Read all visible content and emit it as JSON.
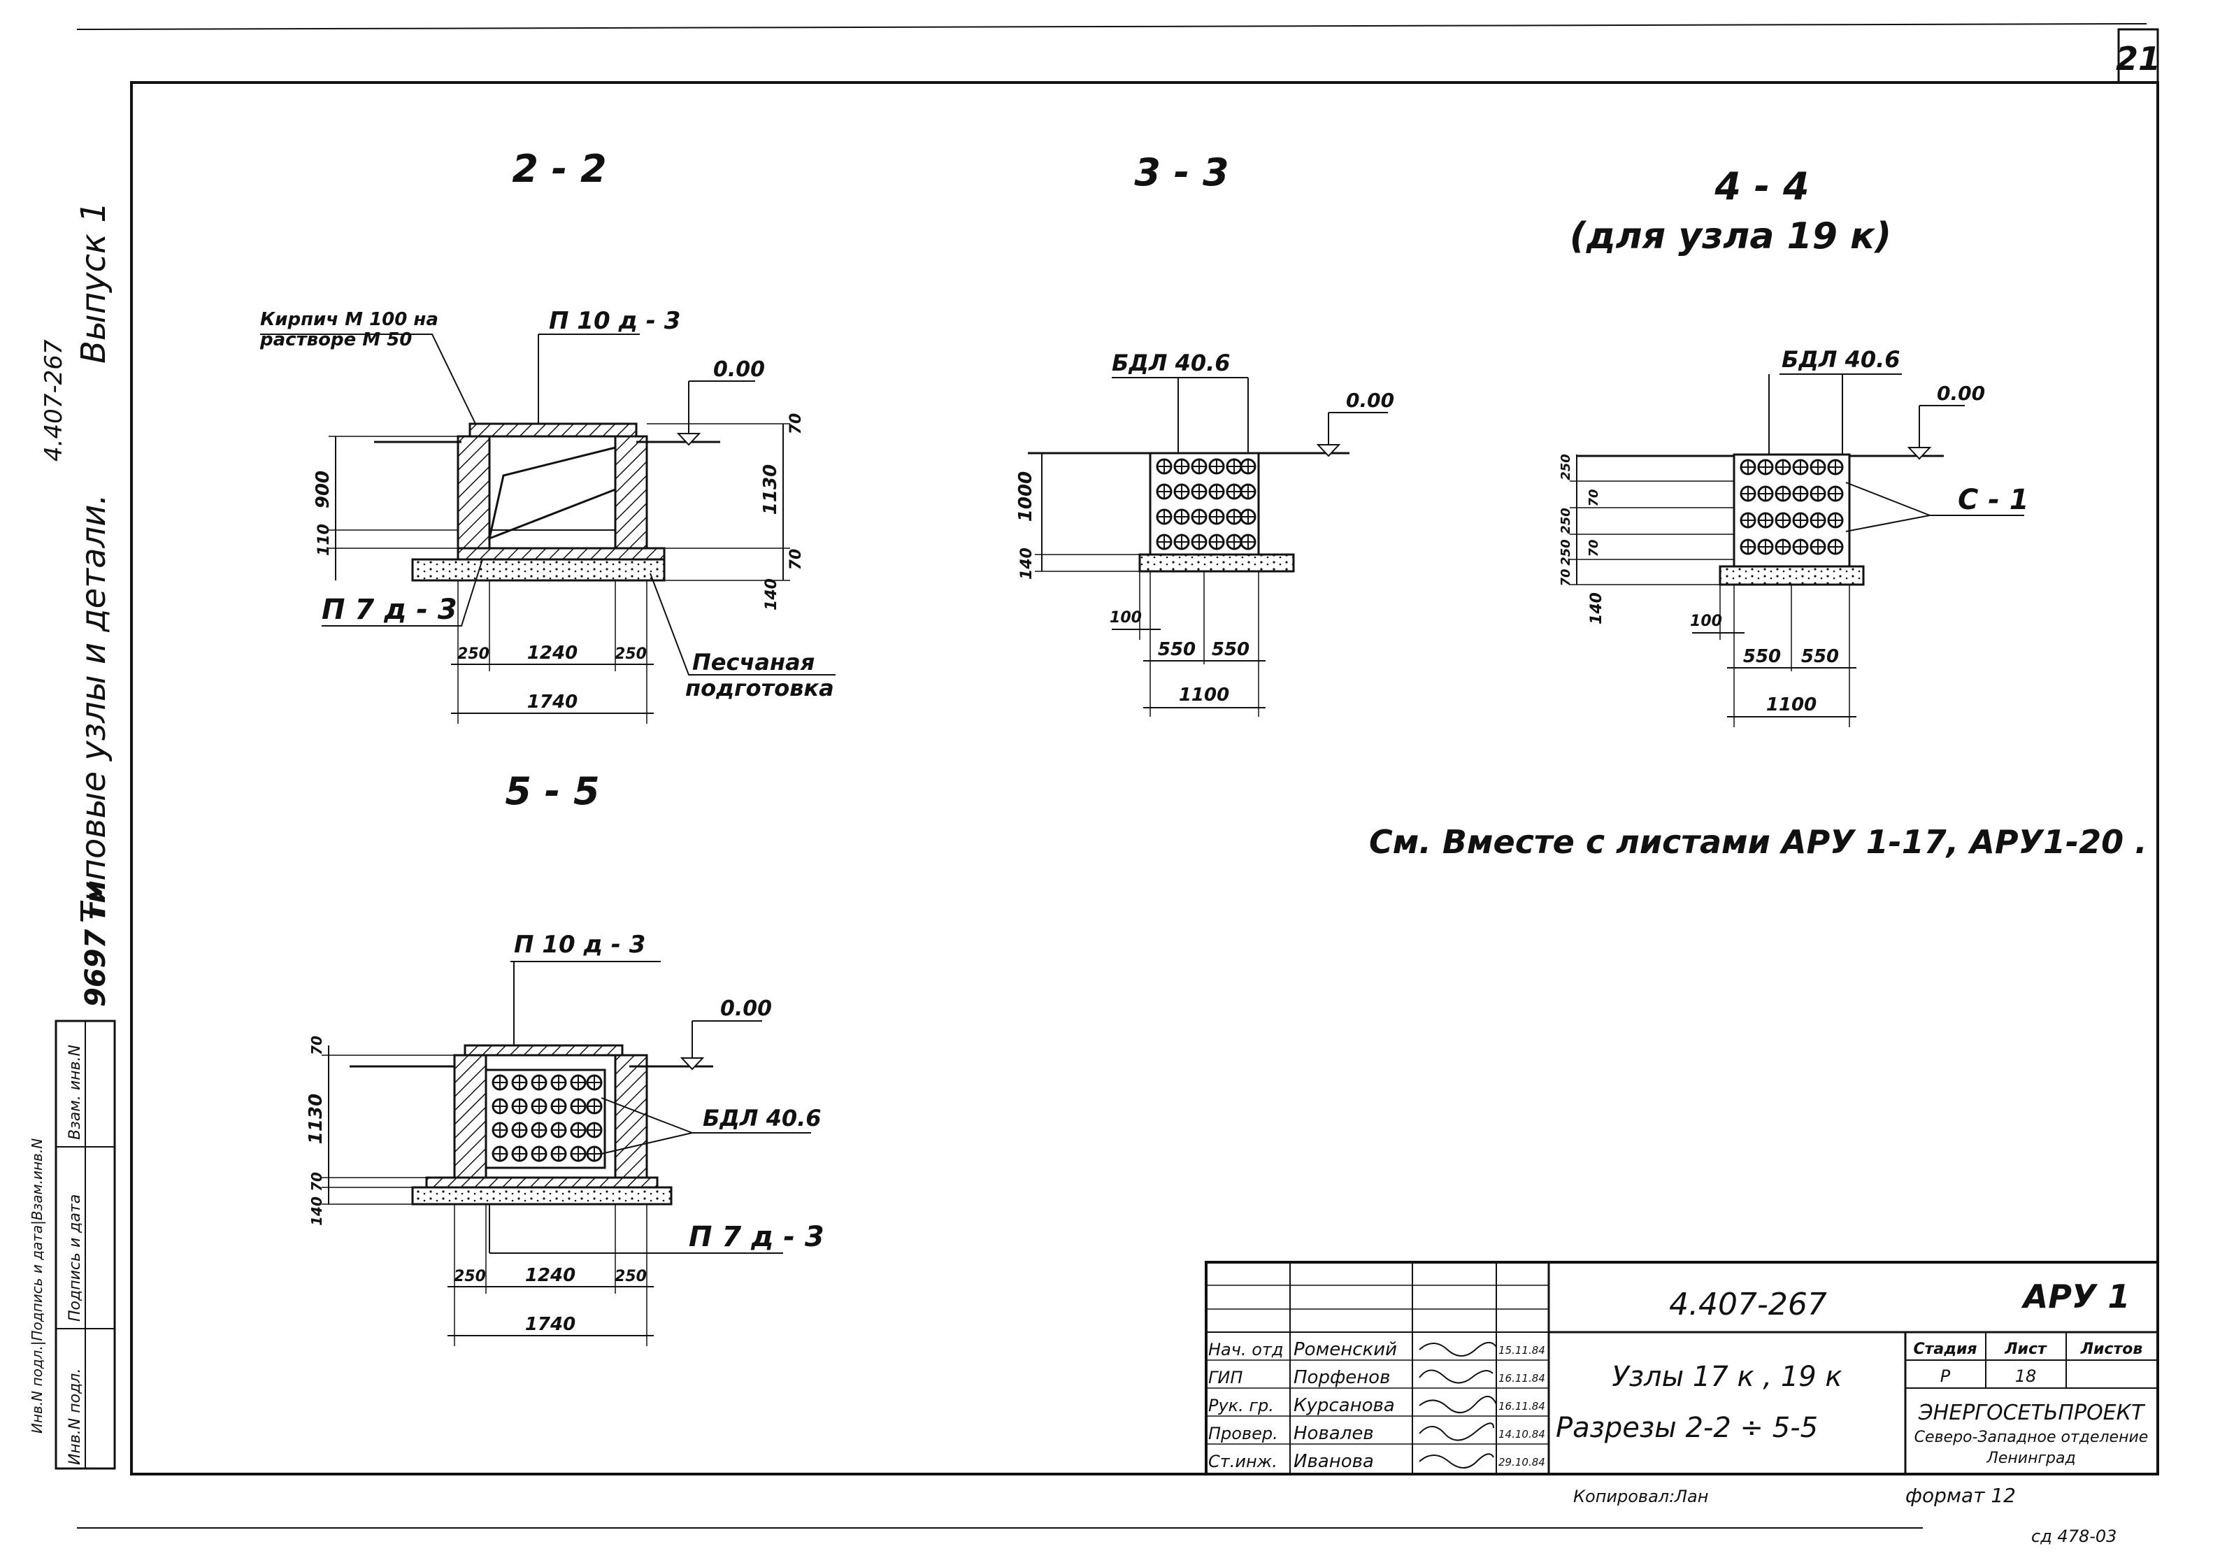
{
  "sheet_number": "21",
  "left_margin": {
    "doc_code": "4.407-267",
    "series": "Выпуск 1",
    "title": "Типовые узлы и детали.",
    "archive_no": "9697 тм",
    "stamp_cells": [
      "Инв.N подл.",
      "Подпись и дата",
      "Взам. инв.N"
    ],
    "stamp_top": "Инв.N подл.|Подпись и дата|Взам.инв.N"
  },
  "sections": {
    "s22": {
      "title": "2 - 2",
      "brick_note_1": "Кирпич М 100 на",
      "brick_note_2": "растворе М 50",
      "slab_top": "П 10 д - 3",
      "slab_bottom": "П 7 д - 3",
      "level": "0.00",
      "sand_1": "Песчаная",
      "sand_2": "подготовка",
      "dims": [
        "900",
        "110",
        "70",
        "1130",
        "70",
        "140",
        "250",
        "1240",
        "250",
        "1740"
      ]
    },
    "s33": {
      "title": "3 - 3",
      "block": "БДЛ 40.6",
      "level": "0.00",
      "dims": [
        "1000",
        "140",
        "100",
        "550",
        "550",
        "1100"
      ]
    },
    "s44": {
      "title": "4 - 4",
      "subtitle": "(для узла 19 к)",
      "block": "БДЛ 40.6",
      "level": "0.00",
      "callout": "С - 1",
      "dims": [
        "250",
        "70",
        "250",
        "70",
        "250",
        "70",
        "140",
        "100",
        "550",
        "550",
        "1100"
      ]
    },
    "s55": {
      "title": "5 - 5",
      "slab_top": "П 10 д - 3",
      "slab_bottom": "П 7 д - 3",
      "block": "БДЛ 40.6",
      "level": "0.00",
      "dims": [
        "70",
        "1130",
        "70",
        "140",
        "250",
        "1240",
        "250",
        "1740"
      ]
    }
  },
  "note": "См. Вместе с листами АРУ 1-17, АРУ1-20 .",
  "title_block": {
    "doc_code": "4.407-267",
    "sheet_code": "АРУ 1",
    "title_1": "Узлы 17 к , 19 к",
    "title_2": "Разрезы 2-2 ÷ 5-5",
    "roles": [
      "Нач. отд",
      "ГИП",
      "Рук. гр.",
      "Провер.",
      "Ст.инж."
    ],
    "names": [
      "Роменский",
      "Порфенов",
      "Курсанова",
      "Новалев",
      "Иванова"
    ],
    "dates": [
      "15.11.84",
      "16.11.84",
      "16.11.84",
      "14.10.84",
      "29.10.84"
    ],
    "stage_hdr": "Стадия",
    "sheet_hdr": "Лист",
    "sheets_hdr": "Листов",
    "stage": "Р",
    "sheet_no": "18",
    "org_1": "ЭНЕРГОСЕТЬПРОЕКТ",
    "org_2": "Северо-Западное отделение",
    "org_3": "Ленинград",
    "copied": "Копировал:",
    "copied_sign": "Лан",
    "format": "формат 12"
  },
  "bottom_code": "сд 478-03"
}
